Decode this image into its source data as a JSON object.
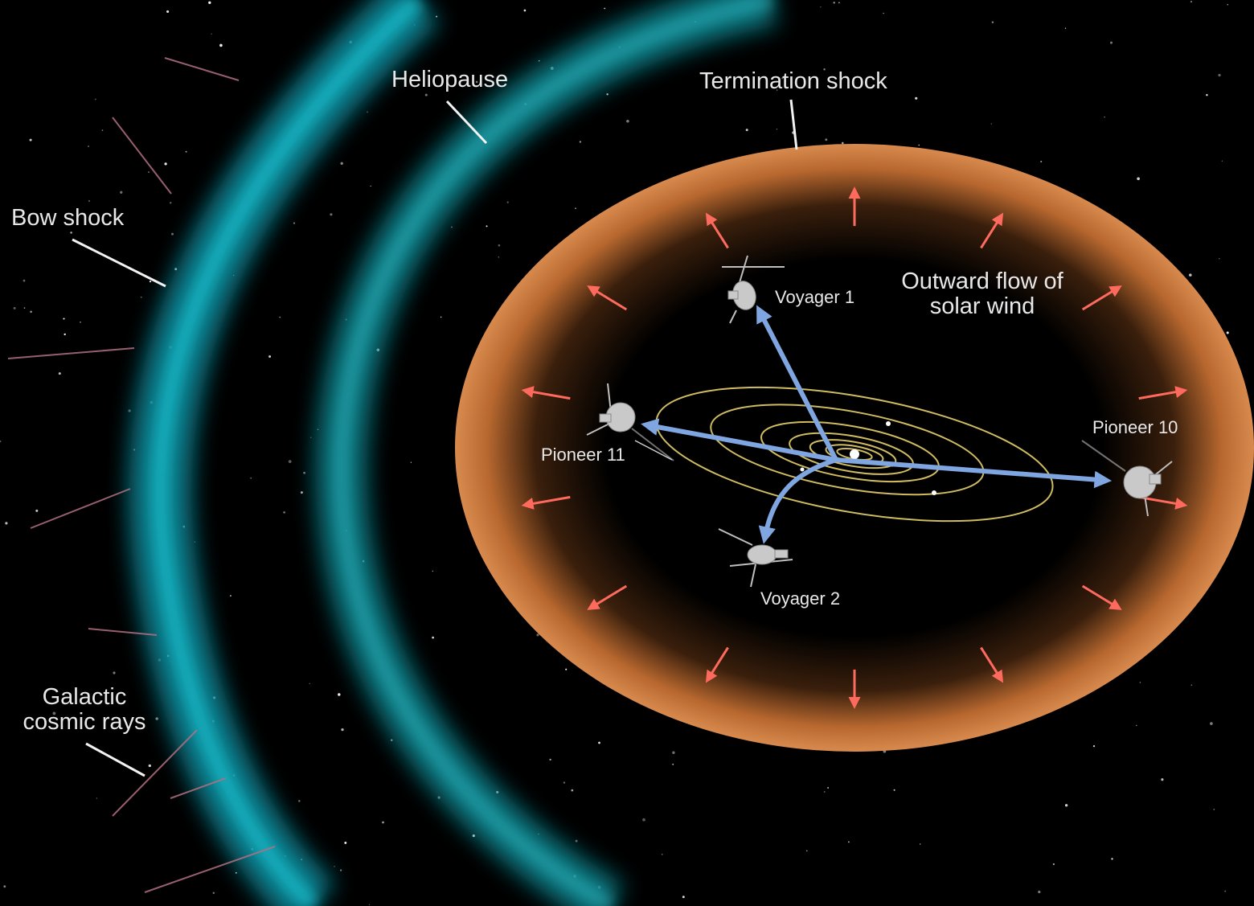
{
  "labels": {
    "heliopause": "Heliopause",
    "termination_shock": "Termination shock",
    "bow_shock": "Bow shock",
    "galactic_line1": "Galactic",
    "galactic_line2": "cosmic rays",
    "outward_line1": "Outward flow of",
    "outward_line2": "solar wind",
    "voyager1": "Voyager 1",
    "voyager2": "Voyager 2",
    "pioneer10": "Pioneer 10",
    "pioneer11": "Pioneer 11"
  },
  "colors": {
    "background": "#000000",
    "shock_band": "#0fa3b4",
    "termination_shell": "#c8743a",
    "solar_wind_arrows": "#ff6a5e",
    "probe_trajectories": "#7fa6e0",
    "orbits": "#e6cf6b"
  }
}
